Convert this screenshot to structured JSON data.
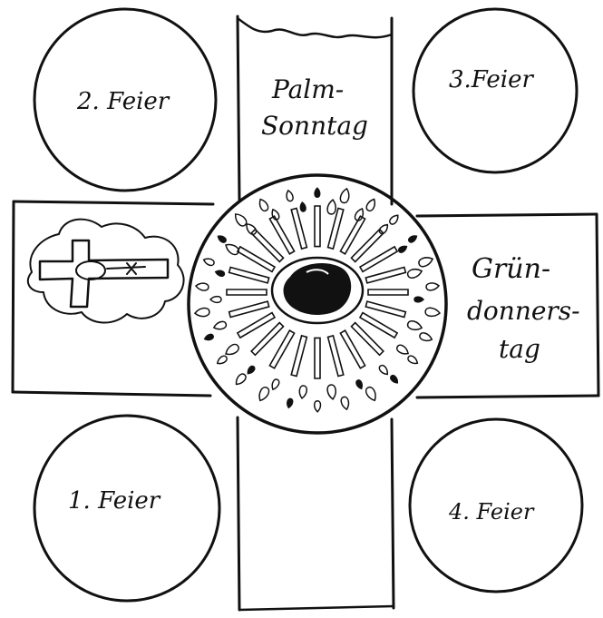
{
  "labels": {
    "feier1": "1. Feier",
    "feier2": "2. Feier",
    "feier3": "3.Feier",
    "feier4": "4. Feier",
    "palmsonntag_line1": "Palm-",
    "palmsonntag_line2": "Sonntag",
    "gruendonnerstag_line1": "Grün-",
    "gruendonnerstag_line2": "donners-",
    "gruendonnerstag_line3": "tag"
  },
  "colors": {
    "ink": "#111111",
    "paper": "#ffffff"
  },
  "icons": {
    "crucifix": "crucifix-icon",
    "stone": "stone-icon"
  }
}
